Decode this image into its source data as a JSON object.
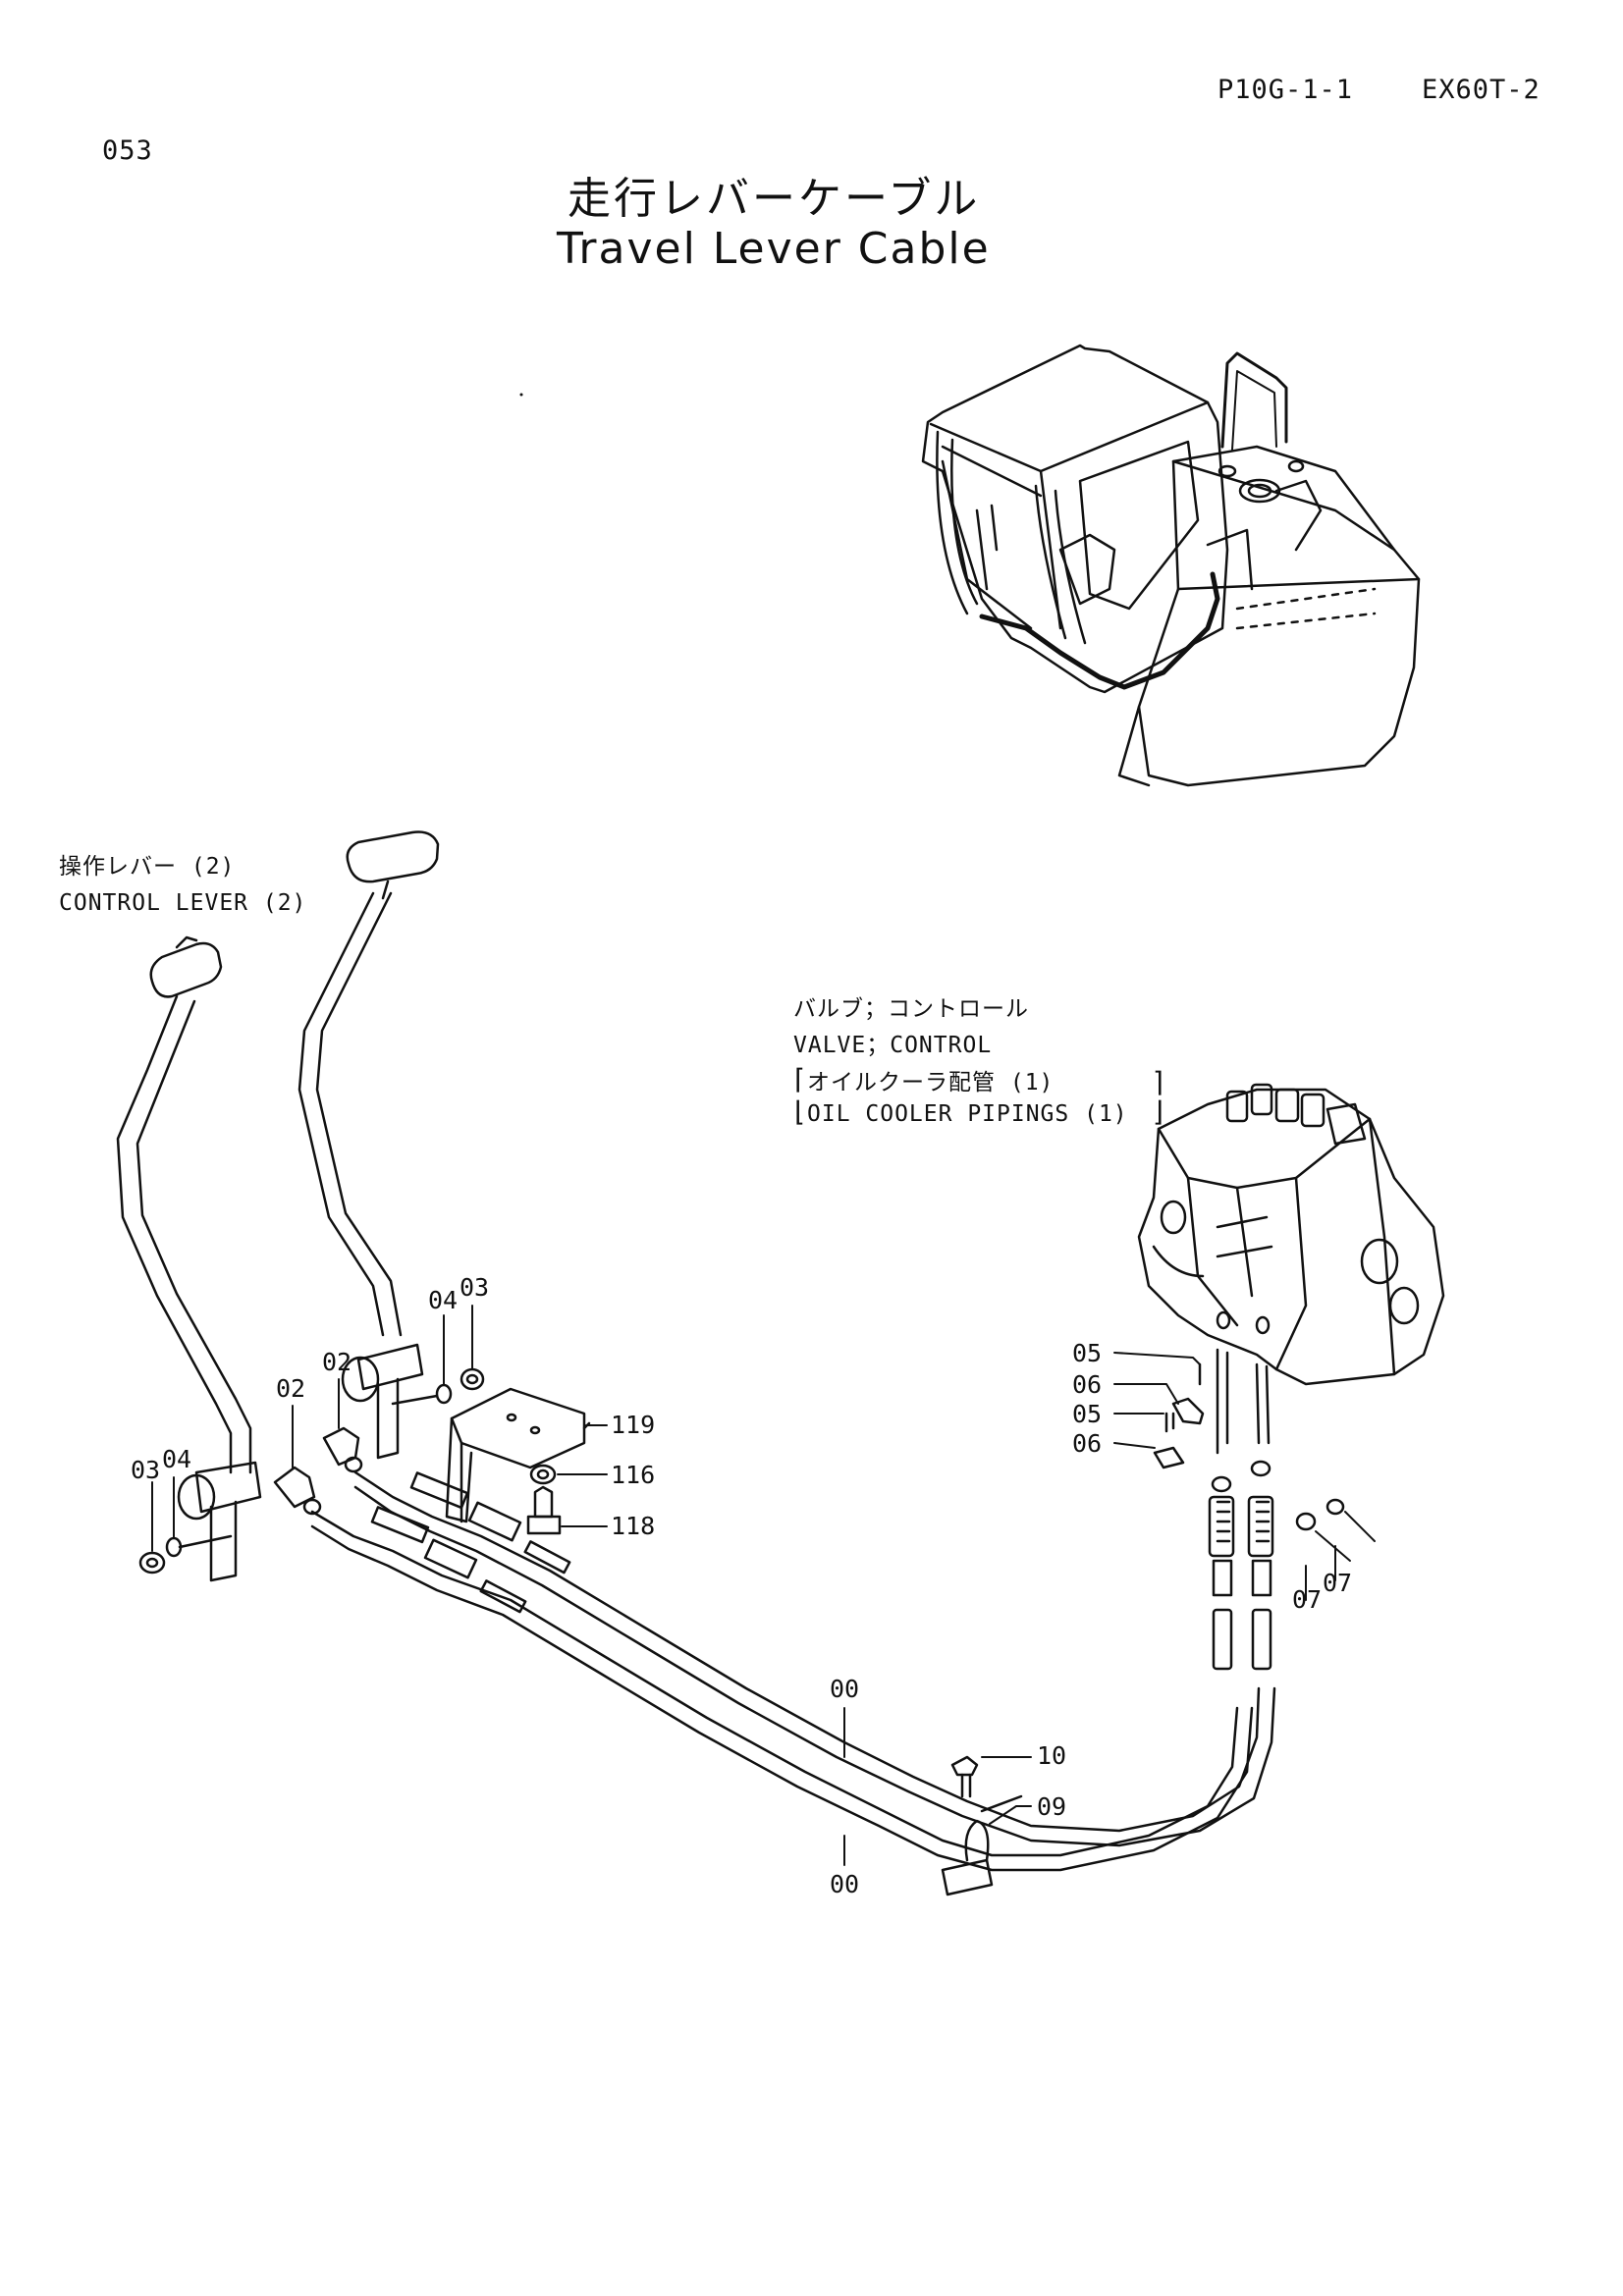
{
  "header": {
    "page_code": "P10G-1-1",
    "model": "EX60T-2",
    "figure_no": "053"
  },
  "title": {
    "jp": "走行レバーケーブル",
    "en": "Travel Lever Cable"
  },
  "labels": {
    "control_lever_jp": "操作レバー (2)",
    "control_lever_en": "CONTROL  LEVER (2)",
    "valve_jp": "バルブ；コントロール",
    "valve_en": "VALVE；CONTROL",
    "oil_cooler_jp": "オイルクーラ配管 (1)",
    "oil_cooler_en": "OIL  COOLER  PIPINGS (1)"
  },
  "part_numbers": {
    "p_03_left": "03",
    "p_04_left": "04",
    "p_02_left": "02",
    "p_02_mid": "02",
    "p_04_mid": "04",
    "p_03_mid": "03",
    "p_119": "119",
    "p_116": "116",
    "p_118": "118",
    "p_05_a": "05",
    "p_06_a": "06",
    "p_05_b": "05",
    "p_06_b": "06",
    "p_07_a": "07",
    "p_07_b": "07",
    "p_00_top": "00",
    "p_00_bottom": "00",
    "p_10": "10",
    "p_09": "09"
  }
}
